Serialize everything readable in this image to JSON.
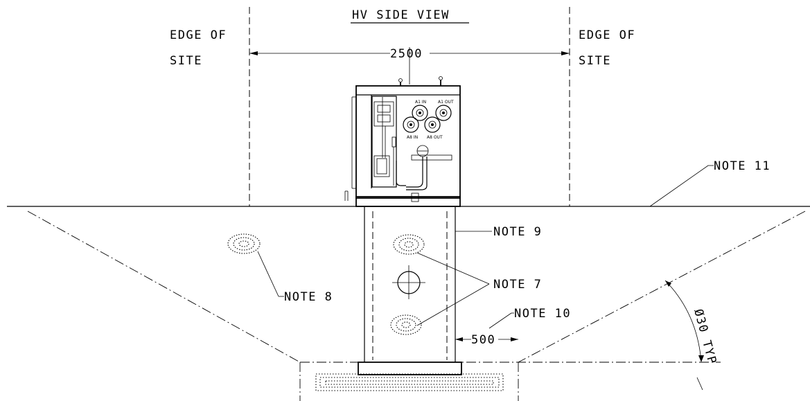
{
  "title": "HV SIDE VIEW",
  "edge_left_line1": "EDGE OF",
  "edge_left_line2": "SITE",
  "edge_right_line1": "EDGE OF",
  "edge_right_line2": "SITE",
  "dim_width": "2500",
  "dim_offset": "500",
  "dim_diameter": "Ø30 TYP",
  "notes": {
    "n7": "NOTE 7",
    "n8": "NOTE 8",
    "n9": "NOTE 9",
    "n10": "NOTE 10",
    "n11": "NOTE 11"
  },
  "panel": {
    "a1_in": "A1 IN",
    "a1_out": "A1 OUT",
    "a8_in": "A8 IN",
    "a8_out": "A8 OUT"
  }
}
